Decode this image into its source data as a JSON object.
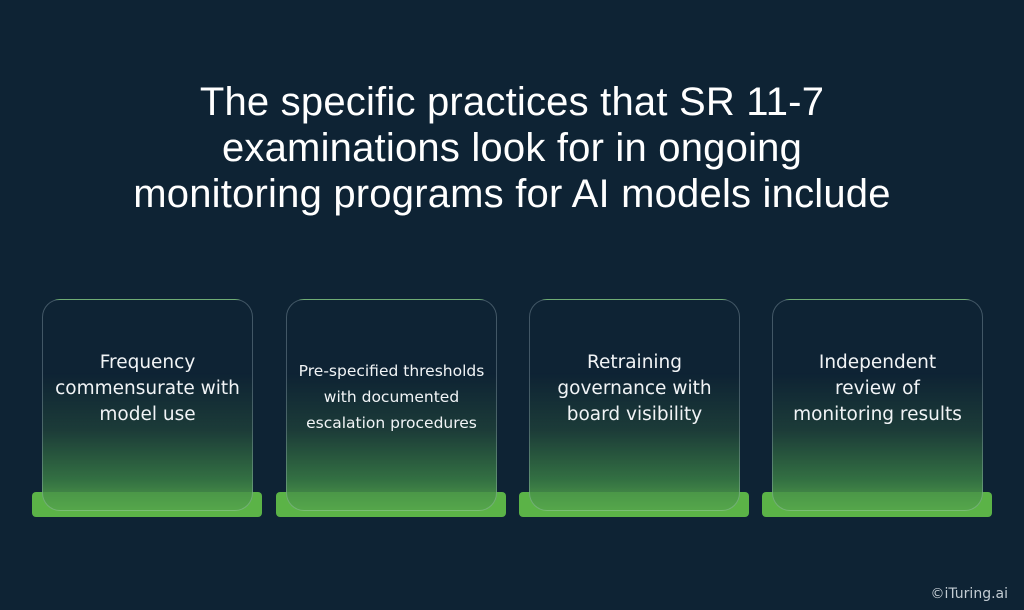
{
  "title": {
    "lines": [
      "The specific practices that SR 11-7",
      "examinations look for in ongoing",
      "monitoring programs for AI models include"
    ]
  },
  "cards": [
    {
      "lines": [
        "Frequency",
        "commensurate with",
        "model use"
      ]
    },
    {
      "lines": [
        "Pre-specified thresholds",
        "with documented",
        "escalation procedures"
      ]
    },
    {
      "lines": [
        "Retraining",
        "governance with",
        "board visibility"
      ]
    },
    {
      "lines": [
        "Independent",
        "review of",
        "monitoring results"
      ]
    }
  ],
  "colors": {
    "background": "#0e2334",
    "accent_green": "#5bb347",
    "text": "#ffffff"
  },
  "footer": {
    "credit": "©iTuring.ai"
  }
}
